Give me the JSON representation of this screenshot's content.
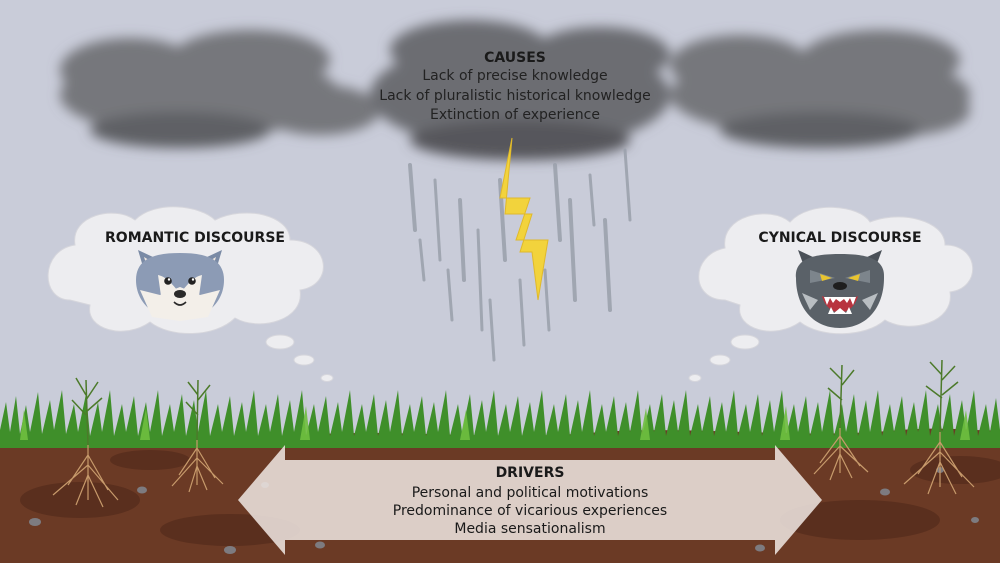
{
  "causes": {
    "title": "CAUSES",
    "items": [
      "Lack of precise knowledge",
      "Lack of pluralistic historical knowledge",
      "Extinction of experience"
    ]
  },
  "romantic": {
    "title": "ROMANTIC DISCOURSE",
    "icon": "friendly-wolf-icon"
  },
  "cynical": {
    "title": "CYNICAL DISCOURSE",
    "icon": "snarling-wolf-icon"
  },
  "drivers": {
    "title": "DRIVERS",
    "items": [
      "Personal and political motivations",
      "Predominance of vicarious experiences",
      "Media sensationalism"
    ]
  },
  "colors": {
    "sky": "#c9ccd9",
    "cloud": "#7e7f84",
    "soil": "#6b3a25",
    "grass": "#3f8f2a",
    "lightning": "#f2d33c",
    "arrow": "#e9e0db"
  }
}
